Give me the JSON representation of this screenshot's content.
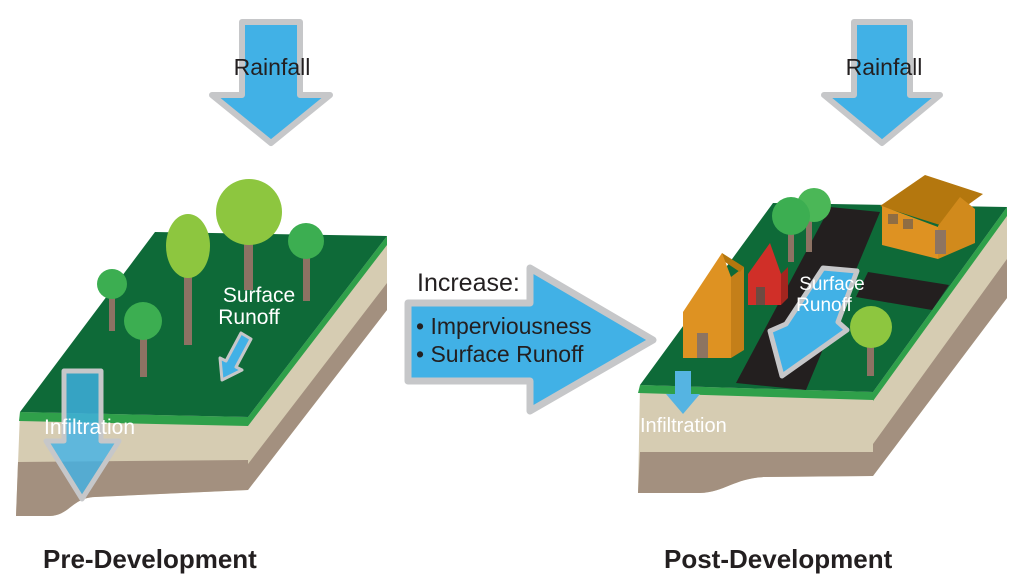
{
  "diagram": {
    "title_context": "Stormwater runoff before and after development",
    "left_scene": {
      "rainfall_label": "Rainfall",
      "surface_runoff_line1": "Surface",
      "surface_runoff_line2": "Runoff",
      "infiltration_label": "Infiltration",
      "caption": "Pre-Development"
    },
    "center": {
      "title": "Increase:",
      "bullets": [
        "• Imperviousness",
        "• Surface Runoff"
      ]
    },
    "right_scene": {
      "rainfall_label": "Rainfall",
      "surface_runoff_line1": "Surface",
      "surface_runoff_line2": "Runoff",
      "infiltration_label": "Infiltration",
      "caption": "Post-Development"
    },
    "colors": {
      "arrow_blue": "#41b1e6",
      "arrow_outline_gray": "#c6c7c9",
      "grass_dark_green": "#0e6a38",
      "grass_edge_green": "#2fa04a",
      "soil_tan": "#d6ccb2",
      "soil_brown": "#a3907f",
      "road_black": "#231f1f",
      "tree_green": "#3cae51",
      "tree_lime": "#8dc63f",
      "tree_trunk": "#8d7263",
      "house_orange": "#de9222",
      "house_orange_dark": "#c47f19",
      "house_roof": "#b4770e",
      "house_red": "#d02f28",
      "house_red_dark": "#a3251f",
      "door_brown": "#8d7461",
      "text_dark": "#231f20",
      "text_white": "#ffffff"
    }
  }
}
